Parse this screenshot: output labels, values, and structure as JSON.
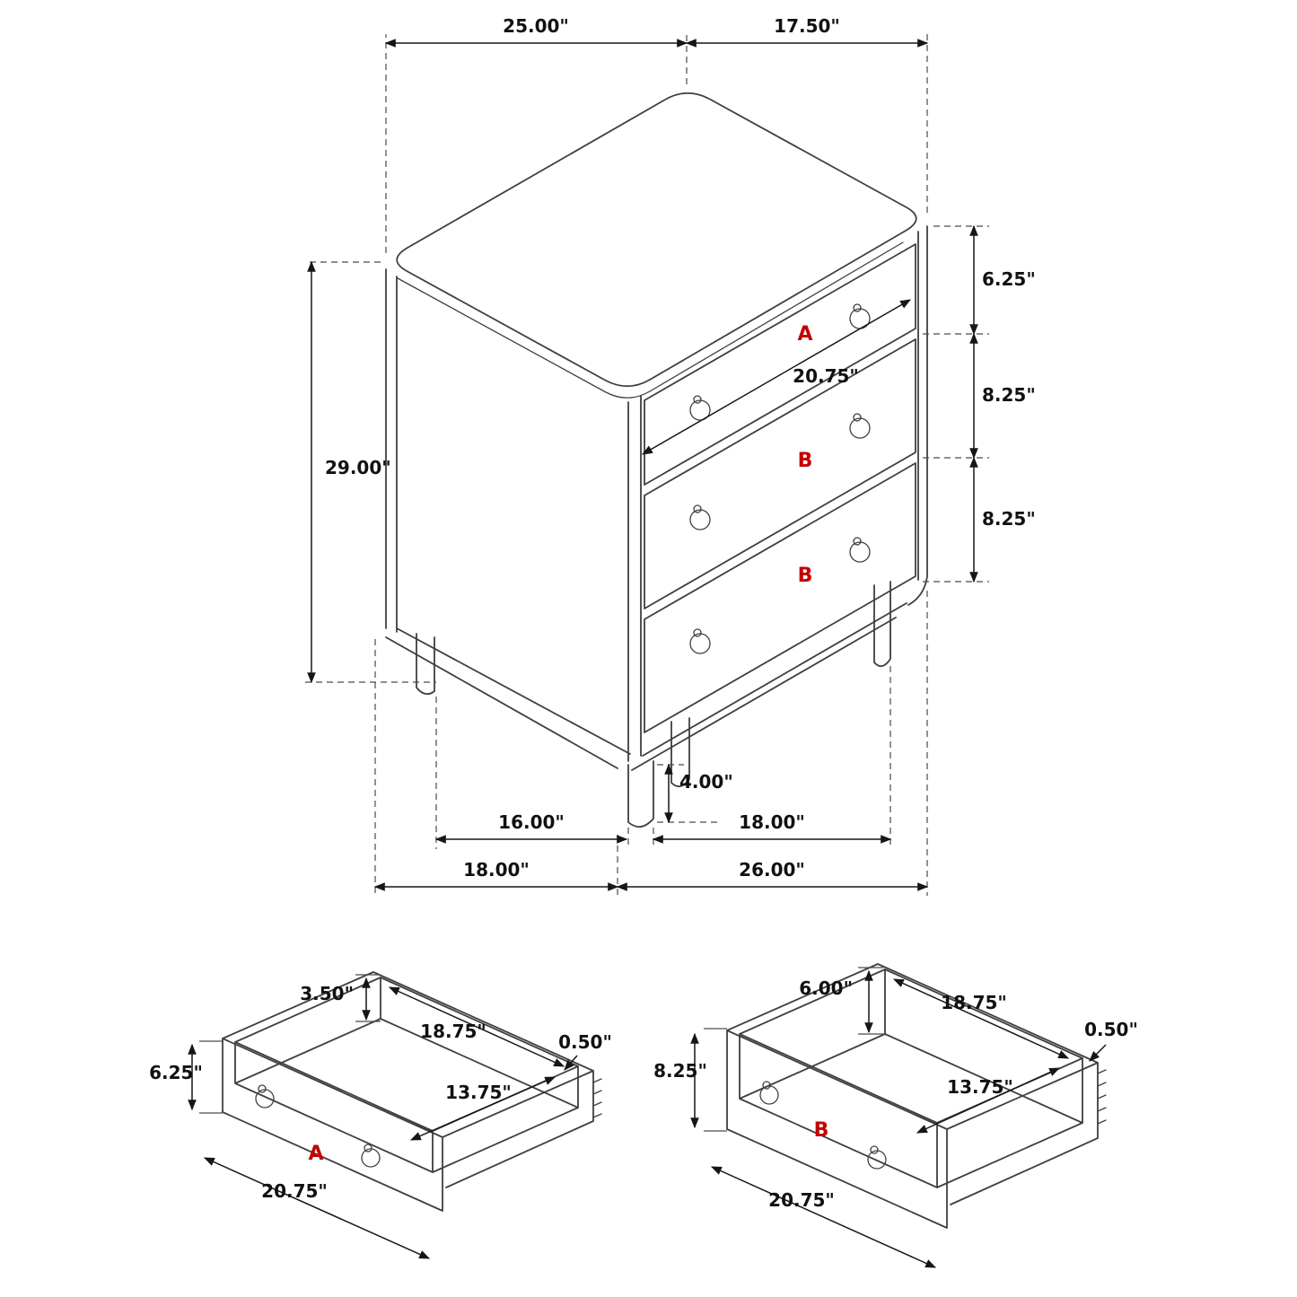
{
  "colors": {
    "accent": "#c40000",
    "line": "#3f3f3f",
    "dimension": "#161616",
    "background": "#ffffff"
  },
  "main_view": {
    "dimensions": {
      "top_width": "25.00\"",
      "top_depth": "17.50\"",
      "overall_height": "29.00\"",
      "top_drawer_height": "6.25\"",
      "middle_drawer_height": "8.25\"",
      "bottom_drawer_height": "8.25\"",
      "drawer_front_width": "20.75\"",
      "leg_height": "4.00\"",
      "front_leg_spacing": "16.00\"",
      "side_leg_spacing": "18.00\"",
      "base_depth": "18.00\"",
      "base_width": "26.00\""
    },
    "drawer_labels": {
      "top": "A",
      "middle": "B",
      "bottom": "B"
    }
  },
  "drawer_a_view": {
    "label": "A",
    "dimensions": {
      "inner_height": "3.50\"",
      "inner_width": "18.75\"",
      "side_thickness": "0.50\"",
      "front_height": "6.25\"",
      "inner_depth": "13.75\"",
      "front_width": "20.75\""
    }
  },
  "drawer_b_view": {
    "label": "B",
    "dimensions": {
      "inner_height": "6.00\"",
      "inner_width": "18.75\"",
      "side_thickness": "0.50\"",
      "front_height": "8.25\"",
      "inner_depth": "13.75\"",
      "front_width": "20.75\""
    }
  }
}
